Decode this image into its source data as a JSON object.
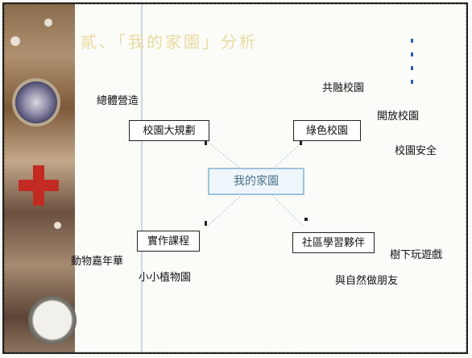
{
  "slide": {
    "title": "貳、「我的家園」分析",
    "center_label": "我的家園",
    "branches": [
      {
        "box": "校園大規劃",
        "notes": [
          "總體營造"
        ]
      },
      {
        "box": "綠色校園",
        "notes": [
          "共融校園",
          "開放校園",
          "校園安全"
        ]
      },
      {
        "box": "實作課程",
        "notes": [
          "動物嘉年華",
          "小小植物園"
        ]
      },
      {
        "box": "社區學習夥伴",
        "notes": [
          "樹下玩遊戲",
          "與自然做朋友"
        ]
      }
    ]
  },
  "colors": {
    "title": "#e8dca0",
    "center_border": "#9ec3dd",
    "accent_dots": "#2a5fb0"
  }
}
